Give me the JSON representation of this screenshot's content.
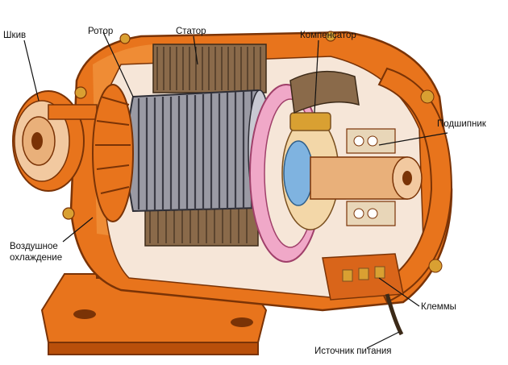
{
  "labels": {
    "pulley": "Шкив",
    "rotor": "Ротор",
    "stator": "Статор",
    "compensator": "Компенсатор",
    "bearing": "Подшипник",
    "air_cooling_line1": "Воздушное",
    "air_cooling_line2": "охлаждение",
    "terminals": "Клеммы",
    "power_source": "Источник питания"
  },
  "colors": {
    "housing": "#e8741c",
    "housing_dark": "#b94f0a",
    "housing_light": "#f4a04a",
    "stator_winding": "#8a6a4a",
    "rotor_bars": "#6f6f78",
    "pink_ring": "#f0a8c8",
    "shaft": "#e9b07a",
    "brass": "#d9a032",
    "blue_hub": "#7fb3e0"
  }
}
